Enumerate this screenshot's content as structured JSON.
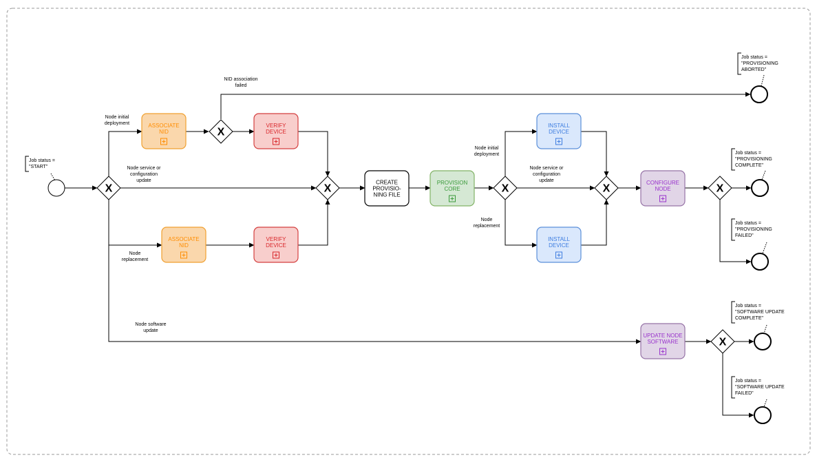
{
  "tasks": {
    "associate_nid_top": {
      "lines": [
        "ASSOCIATE",
        "NID"
      ],
      "color": "#ff8c00",
      "fill": "#fad7ac",
      "stroke": "#f0a030"
    },
    "verify_device_top": {
      "lines": [
        "VERIFY",
        "DEVICE"
      ],
      "color": "#d9262a",
      "fill": "#f8cecc",
      "stroke": "#d43f3f"
    },
    "associate_nid_bottom": {
      "lines": [
        "ASSOCIATE",
        "NID"
      ],
      "color": "#ff8c00",
      "fill": "#fad7ac",
      "stroke": "#f0a030"
    },
    "verify_device_bottom": {
      "lines": [
        "VERIFY",
        "DEVICE"
      ],
      "color": "#d9262a",
      "fill": "#f8cecc",
      "stroke": "#d43f3f"
    },
    "create_provisioning_file": {
      "lines": [
        "CREATE",
        "PROVISIO-",
        "NING FILE"
      ],
      "color": "#000000",
      "fill": "#ffffff",
      "stroke": "#000000"
    },
    "provision_core": {
      "lines": [
        "PROVISION",
        "CORE"
      ],
      "color": "#3a9a3a",
      "fill": "#d5e8d4",
      "stroke": "#82b366"
    },
    "install_device_top": {
      "lines": [
        "INSTALL",
        "DEVICE"
      ],
      "color": "#3d7de0",
      "fill": "#dae8fc",
      "stroke": "#5b8fd9"
    },
    "install_device_bottom": {
      "lines": [
        "INSTALL",
        "DEVICE"
      ],
      "color": "#3d7de0",
      "fill": "#dae8fc",
      "stroke": "#5b8fd9"
    },
    "configure_node": {
      "lines": [
        "CONFIGURE",
        "NODE"
      ],
      "color": "#9933cc",
      "fill": "#e1d5e7",
      "stroke": "#9673a6"
    },
    "update_node_software": {
      "lines": [
        "UPDATE NODE",
        "SOFTWARE"
      ],
      "color": "#9933cc",
      "fill": "#e1d5e7",
      "stroke": "#9673a6"
    }
  },
  "flow_labels": {
    "node_initial_deployment_1": [
      "Node initial",
      "deployment"
    ],
    "node_service_update_1": [
      "Node service or",
      "configuration",
      "update"
    ],
    "node_replacement_1": [
      "Node",
      "replacement"
    ],
    "node_software_update": [
      "Node software",
      "update"
    ],
    "nid_association_failed": [
      "NID association",
      "failed"
    ],
    "node_initial_deployment_2": [
      "Node initial",
      "deployment"
    ],
    "node_service_update_2": [
      "Node service or",
      "configuration",
      "update"
    ],
    "node_replacement_2": [
      "Node",
      "replacement"
    ]
  },
  "annotations": {
    "start": [
      "Job status =",
      "\"START\""
    ],
    "aborted": [
      "Job status =",
      "\"PROVISIONING",
      "ABORTED\""
    ],
    "complete": [
      "Job status =",
      "\"PROVISIONING",
      "COMPLETE\""
    ],
    "failed": [
      "Job status =",
      "\"PROVISIONING",
      "FAILED\""
    ],
    "sw_complete": [
      "Job status =",
      "\"SOFTWARE UPDATE",
      "COMPLETE\""
    ],
    "sw_failed": [
      "Job status =",
      "\"SOFTWARE UPDATE",
      "FAILED\""
    ]
  },
  "gateway_symbol": "X",
  "subprocess_marker": "plus-square-icon"
}
